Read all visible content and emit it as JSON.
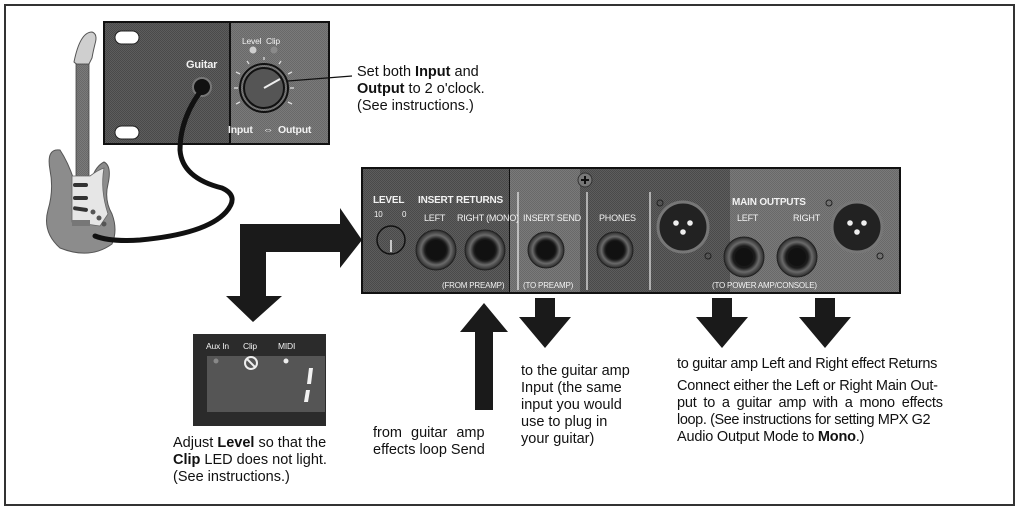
{
  "colors": {
    "panel_dark": "#555555",
    "panel_mid": "#6e6e6e",
    "panel_light": "#8a8a8a",
    "arrow": "#1a1a1a",
    "guitar_body": "#8c8c8c",
    "text": "#111111",
    "panel_text": "#f2f2f2"
  },
  "front_panel": {
    "input_label": "Guitar",
    "led_labels": [
      "Level",
      "Clip"
    ],
    "knob_label_left": "Input",
    "knob_label_right": "Output",
    "knob_setting": "2 o'clock"
  },
  "front_panel_note": {
    "line1_pre": "Set both ",
    "line1_bold": "Input",
    "line1_post": " and",
    "line2_bold": "Output",
    "line2_post": " to 2 o'clock.",
    "line3": "(See instructions.)"
  },
  "rear_panel": {
    "level_label": "LEVEL",
    "level_scale": [
      "10",
      "0"
    ],
    "insert_returns_label": "INSERT RETURNS",
    "left_label": "LEFT",
    "right_mono_label": "RIGHT (MONO)",
    "from_preamp_label": "(FROM PREAMP)",
    "insert_send_label": "INSERT SEND",
    "to_preamp_label": "(TO PREAMP)",
    "phones_label": "PHONES",
    "main_outputs_label": "MAIN OUTPUTS",
    "main_left_label": "LEFT",
    "main_right_label": "RIGHT",
    "to_power_amp_label": "(TO POWER AMP/CONSOLE)"
  },
  "display": {
    "labels": [
      "Aux In",
      "Clip",
      "MIDI"
    ],
    "digit": "1"
  },
  "display_note": {
    "line1_pre": "Adjust ",
    "line1_bold": "Level",
    "line1_post": " so that the",
    "line2_bold": "Clip",
    "line2_post": " LED does not light.",
    "line3": "(See instructions.)"
  },
  "return_note": {
    "line1": "from guitar amp",
    "line2": "effects loop Send"
  },
  "send_note": {
    "lines": [
      "to the guitar amp",
      "Input (the same",
      "input you would",
      "use to plug in",
      "your guitar)"
    ]
  },
  "outputs_note": {
    "heading": "to guitar amp Left and Right effect Returns",
    "body_l1": "Connect either the Left or Right Main Out-",
    "body_l2": "put to a guitar amp with a mono effects",
    "body_l3": "loop. (See instructions for setting MPX G2",
    "body_l4_pre": "Audio Output Mode to ",
    "body_l4_bold": "Mono",
    "body_l4_post": ".)"
  }
}
